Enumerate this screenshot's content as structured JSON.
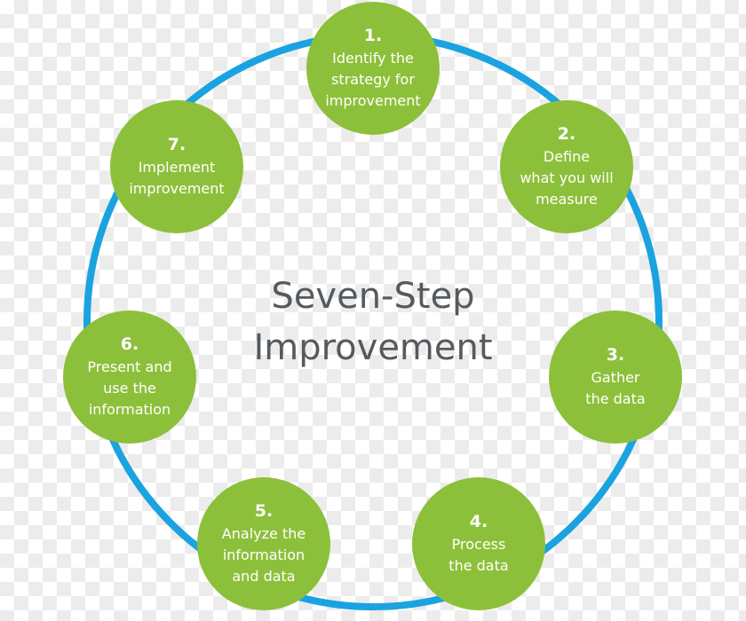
{
  "title": "Seven-Step\nImprovement",
  "colors": {
    "ring": "#1aa3e0",
    "step_fill": "#8dc03a",
    "step_text": "#ffffff",
    "title_text": "#555a5e"
  },
  "steps": [
    {
      "number": "1.",
      "label": "Identify the\nstrategy for\nimprovement"
    },
    {
      "number": "2.",
      "label": "Define\nwhat you will\nmeasure"
    },
    {
      "number": "3.",
      "label": "Gather\nthe data"
    },
    {
      "number": "4.",
      "label": "Process\nthe data"
    },
    {
      "number": "5.",
      "label": "Analyze the\ninformation\nand data"
    },
    {
      "number": "6.",
      "label": "Present and\nuse the\ninformation"
    },
    {
      "number": "7.",
      "label": "Implement\nimprovement"
    }
  ]
}
